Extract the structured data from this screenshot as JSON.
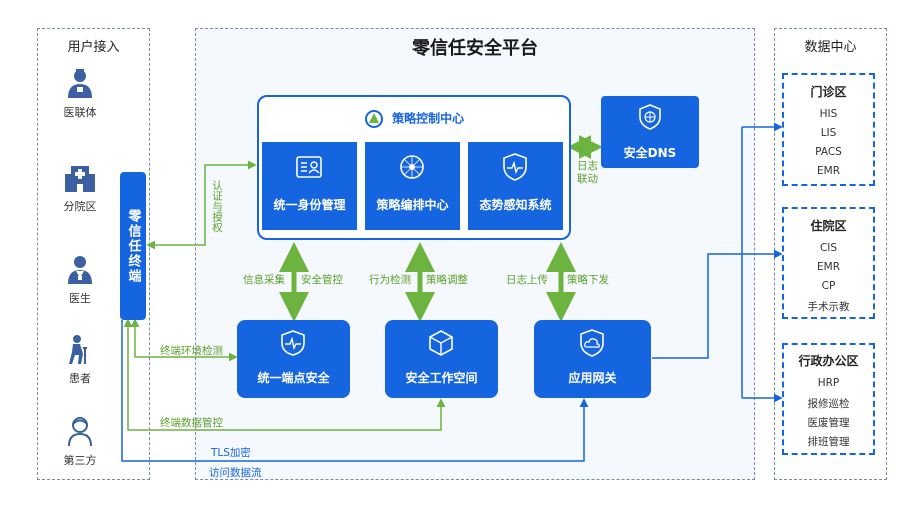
{
  "user_access": {
    "title": "用户接入",
    "items": [
      {
        "label": "医联体",
        "icon": "doctors-group-icon"
      },
      {
        "label": "分院区",
        "icon": "hospital-building-icon"
      },
      {
        "label": "医生",
        "icon": "doctor-icon"
      },
      {
        "label": "患者",
        "icon": "patient-icon"
      },
      {
        "label": "第三方",
        "icon": "third-party-person-icon"
      }
    ],
    "terminal_label": "零信任终端"
  },
  "platform": {
    "title": "零信任安全平台",
    "control_center": {
      "title": "策略控制中心",
      "modules": [
        "统一身份管理",
        "策略编排中心",
        "态势感知系统"
      ]
    },
    "safe_dns": "安全DNS",
    "endpoint_security": "统一端点安全",
    "secure_workspace": "安全工作空间",
    "app_gateway": "应用网关"
  },
  "flows": {
    "auth": "认证与授权",
    "log_link": "日志联动",
    "info_collect": "信息采集",
    "security_control": "安全管控",
    "behavior_detect": "行为检测",
    "policy_adjust": "策略调整",
    "log_upload": "日志上传",
    "policy_dispatch": "策略下发",
    "env_detect": "终端环境检测",
    "data_control": "终端数据管控",
    "tls": "TLS加密",
    "access_flow": "访问数据流"
  },
  "data_center": {
    "title": "数据中心",
    "zones": [
      {
        "title": "门诊区",
        "items": [
          "HIS",
          "LIS",
          "PACS",
          "EMR"
        ]
      },
      {
        "title": "住院区",
        "items": [
          "CIS",
          "EMR",
          "CP",
          "手术示教"
        ]
      },
      {
        "title": "行政办公区",
        "items": [
          "HRP",
          "报修巡检",
          "医废管理",
          "排班管理"
        ]
      }
    ]
  },
  "colors": {
    "primary": "#1565e0",
    "green": "#6db33f",
    "panel_border": "#7a8ca8",
    "platform_bg": "#f5f8fc"
  }
}
